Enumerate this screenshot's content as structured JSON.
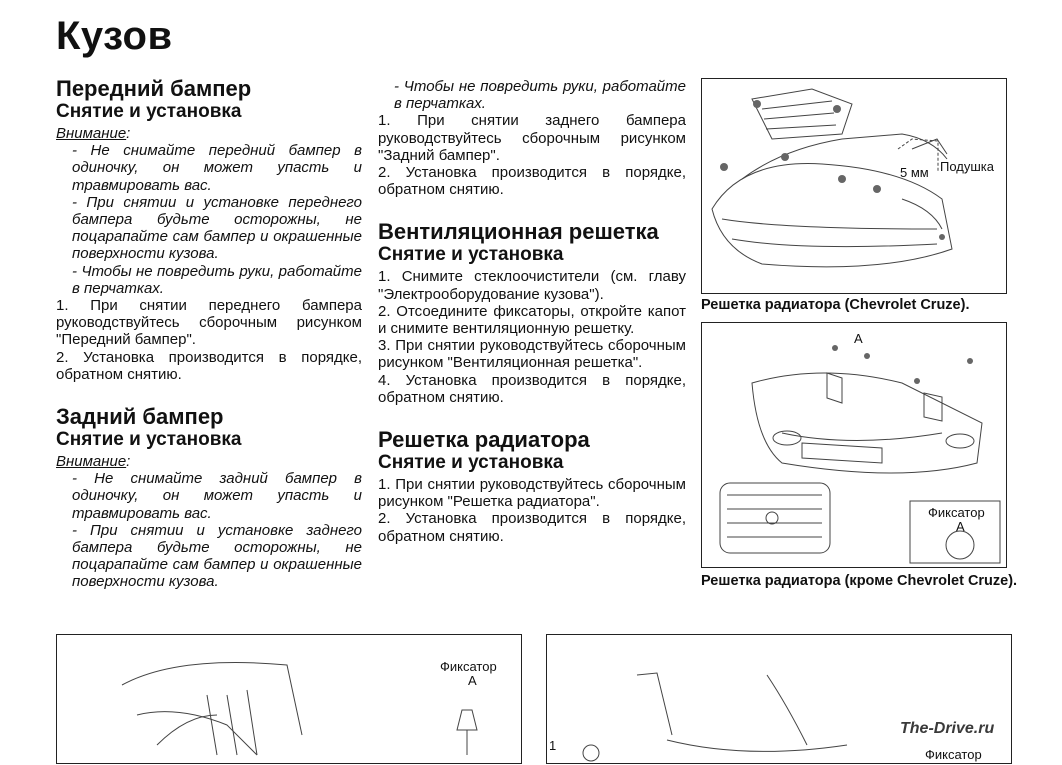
{
  "page": {
    "title": "Кузов"
  },
  "front_bumper": {
    "title": "Передний бампер",
    "subtitle": "Снятие и установка",
    "warning_head": "Внимание",
    "warning_colon": ":",
    "warnings": [
      "- Не снимайте передний бампер в одиночку, он может упасть и травмировать вас.",
      "- При снятии и установке переднего бампера будьте осторожны, не поцарапайте сам бампер и окрашенные поверхности кузова.",
      "- Чтобы не повредить руки, работайте в перчатках."
    ],
    "steps": [
      "1. При снятии переднего бампера руководствуйтесь сборочным рисунком \"Передний бампер\".",
      "2. Установка производится в порядке, обратном снятию."
    ]
  },
  "rear_bumper": {
    "title": "Задний бампер",
    "subtitle": "Снятие и установка",
    "warning_head": "Внимание",
    "warning_colon": ":",
    "warnings": [
      "- Не снимайте задний бампер в одиночку, он может упасть и травмировать вас.",
      "- При снятии и установке заднего бампера будьте осторожны, не поцарапайте сам бампер и окрашенные поверхности кузова."
    ],
    "cont_warning": "- Чтобы не повредить руки, работайте в перчатках.",
    "steps": [
      "1. При снятии заднего бампера руководствуйтесь сборочным рисунком \"Задний бампер\".",
      "2. Установка производится в порядке, обратном снятию."
    ]
  },
  "vent_grille": {
    "title": "Вентиляционная решетка",
    "subtitle": "Снятие и установка",
    "steps": [
      "1. Снимите стеклоочистители (см. главу \"Электрооборудование кузова\").",
      "2. Отсоедините фиксаторы, откройте капот и снимите вентиляционную решетку.",
      "3. При снятии руководствуйтесь сборочным рисунком \"Вентиляционная решетка\".",
      "4. Установка производится в порядке, обратном снятию."
    ]
  },
  "radiator_grille": {
    "title": "Решетка радиатора",
    "subtitle": "Снятие и установка",
    "steps": [
      "1. При снятии руководствуйтесь сборочным рисунком \"Решетка радиатора\".",
      "2. Установка производится в порядке, обратном снятию."
    ]
  },
  "figures": {
    "fig1": {
      "caption": "Решетка радиатора (Chevrolet Cruze).",
      "label_size": "5 мм",
      "label_pad": "Подушка"
    },
    "fig2": {
      "caption": "Решетка радиатора (кроме Chevrolet Cruze).",
      "label_a": "A",
      "label_fixer": "Фиксатор",
      "label_fixer_a": "A"
    },
    "fig3": {
      "label_fixer": "Фиксатор",
      "label_a": "A"
    },
    "fig4": {
      "label_num": "1",
      "label_fixer": "Фиксатор"
    }
  },
  "watermark": "The-Drive.ru"
}
